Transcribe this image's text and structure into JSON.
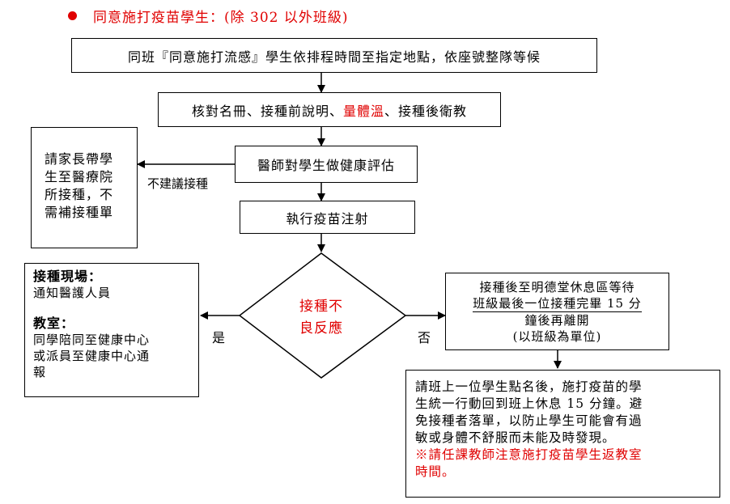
{
  "header": {
    "title": "同意施打疫苗學生：(除 302 以外班級)",
    "bullet_color": "#e00000"
  },
  "steps": {
    "s1": "同班『同意施打流感』學生依排程時間至指定地點，依座號整隊等候",
    "s2_part1": "核對名冊、接種前說明、",
    "s2_red": "量體溫",
    "s2_part2": "、接種後衛教",
    "s3": "醫師對學生做健康評估",
    "s4": "執行疫苗注射"
  },
  "left_box": {
    "lines": [
      "請家長帶學",
      "生至醫療院",
      "所接種，不",
      "需補接種單"
    ]
  },
  "not_recommended_label": "不建議接種",
  "decision": {
    "line1": "接種不",
    "line2": "良反應",
    "yes": "是",
    "no": "否"
  },
  "reaction_box": {
    "h1": "接種現場：",
    "t1": "通知醫護人員",
    "h2": "教室：",
    "t2a": "同學陪同至健康中心",
    "t2b": "或派員至健康中心通",
    "t2c": "報"
  },
  "wait_box": {
    "l1": "接種後至明德堂休息區等待",
    "l2": "班級最後一位接種完畢 15 分",
    "l3": "鐘後再離開",
    "l4": "(以班級為單位)"
  },
  "final_box": {
    "l1": "請班上一位學生點名後，施打疫苗的學",
    "l2": "生統一行動回到班上休息 15 分鐘。避",
    "l3": "免接種者落單，以防止學生可能會有過",
    "l4": "敏或身體不舒服而未能及時發現。",
    "r1": "※請任課教師注意施打疫苗學生返教室",
    "r2": "時間。"
  },
  "colors": {
    "red": "#e00000",
    "line": "#000000"
  }
}
